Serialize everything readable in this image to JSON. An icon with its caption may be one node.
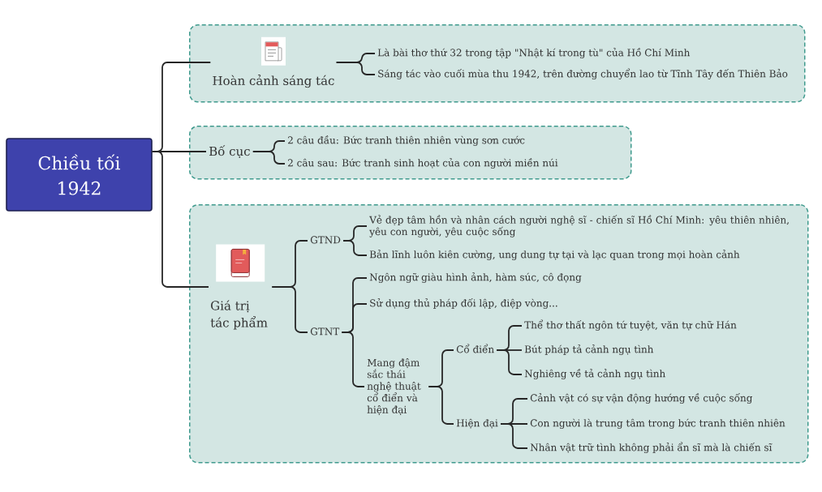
{
  "diagram": {
    "nodes": [
      {
        "text": [
          "Chiều tối 1942"
        ]
      },
      {
        "text": [],
        "shape": "box"
      },
      {
        "text": [
          "Hoàn cảnh sáng tác"
        ],
        "in": 1
      },
      {
        "text": [
          "Là bài thơ thứ 32 trong tập \"Nhật kí trong tù\" của Hồ Chí Minh"
        ],
        "in": 1
      },
      {
        "text": [
          "Sáng tác vào cuối mùa thu 1942, trên đường chuyển lao từ Tĩnh Tây đến Thiên Bảo"
        ],
        "in": 1
      },
      {
        "text": [],
        "shape": "box"
      },
      {
        "text": [
          "Bố cục"
        ],
        "in": 5
      },
      {
        "text": [
          "2 câu đầu: Bức tranh thiên nhiên vùng sơn cước"
        ],
        "in": 5
      },
      {
        "text": [
          "2 câu sau: Bức tranh sinh hoạt của con người miền núi"
        ],
        "in": 5
      },
      {
        "text": [],
        "shape": "box"
      },
      {
        "text": [
          "Giá trị tác phẩm"
        ],
        "in": 9
      },
      {
        "text": [
          "GTND"
        ],
        "in": 9
      },
      {
        "text": [
          "Vẻ đẹp tâm hồn và nhân cách người nghệ sĩ - chiến sĩ Hồ Chí Minh: yêu thiên nhiên, yêu con người, yêu cuộc sống"
        ],
        "in": 9
      },
      {
        "text": [
          "Bản lĩnh luôn kiên cường, ung dung tự tại và lạc quan trong mọi hoàn cảnh"
        ],
        "in": 9
      },
      {
        "text": [
          "GTNT"
        ],
        "in": 9
      },
      {
        "text": [
          "Ngôn ngữ giàu hình ảnh, hàm súc, cô đọng"
        ],
        "in": 9
      },
      {
        "text": [
          "Sử dụng thủ pháp đối lập, điệp vòng..."
        ],
        "in": 9
      },
      {
        "text": [
          "Mang đậm sắc thái nghệ thuật cổ điển và hiện đại"
        ],
        "in": 9
      },
      {
        "text": [
          "Cổ điển"
        ],
        "in": 9
      },
      {
        "text": [
          "Thể thơ thất ngôn tứ tuyệt, văn tự chữ Hán"
        ],
        "in": 9
      },
      {
        "text": [
          "Bút pháp tả cảnh ngụ tình"
        ],
        "in": 9
      },
      {
        "text": [
          "Nghiêng về tả cảnh ngụ tình"
        ],
        "in": 9
      },
      {
        "text": [
          "Hiện đại"
        ],
        "in": 9
      },
      {
        "text": [
          "Cảnh vật có sự vận động hướng về cuộc sống"
        ],
        "in": 9
      },
      {
        "text": [
          "Con người là trung tâm trong bức tranh thiên nhiên"
        ],
        "in": 9
      },
      {
        "text": [
          "Nhân vật trữ tình không phải ẩn sĩ mà là chiến sĩ"
        ],
        "in": 9
      }
    ],
    "edges": [
      {
        "from": 0,
        "to": 2,
        "arrow": "none"
      },
      {
        "from": 0,
        "to": 6,
        "arrow": "none"
      },
      {
        "from": 0,
        "to": 10,
        "arrow": "none"
      },
      {
        "from": 2,
        "to": 3,
        "arrow": "none"
      },
      {
        "from": 2,
        "to": 4,
        "arrow": "none"
      },
      {
        "from": 6,
        "to": 7,
        "arrow": "none"
      },
      {
        "from": 6,
        "to": 8,
        "arrow": "none"
      },
      {
        "from": 10,
        "to": 11,
        "arrow": "none"
      },
      {
        "from": 10,
        "to": 14,
        "arrow": "none"
      },
      {
        "from": 11,
        "to": 12,
        "arrow": "none"
      },
      {
        "from": 11,
        "to": 13,
        "arrow": "none"
      },
      {
        "from": 14,
        "to": 15,
        "arrow": "none"
      },
      {
        "from": 14,
        "to": 16,
        "arrow": "none"
      },
      {
        "from": 14,
        "to": 17,
        "arrow": "none"
      },
      {
        "from": 17,
        "to": 18,
        "arrow": "none"
      },
      {
        "from": 17,
        "to": 22,
        "arrow": "none"
      },
      {
        "from": 18,
        "to": 19,
        "arrow": "none"
      },
      {
        "from": 18,
        "to": 20,
        "arrow": "none"
      },
      {
        "from": 18,
        "to": 21,
        "arrow": "none"
      },
      {
        "from": 22,
        "to": 23,
        "arrow": "none"
      },
      {
        "from": 22,
        "to": 24,
        "arrow": "none"
      },
      {
        "from": 22,
        "to": 25,
        "arrow": "none"
      }
    ]
  }
}
